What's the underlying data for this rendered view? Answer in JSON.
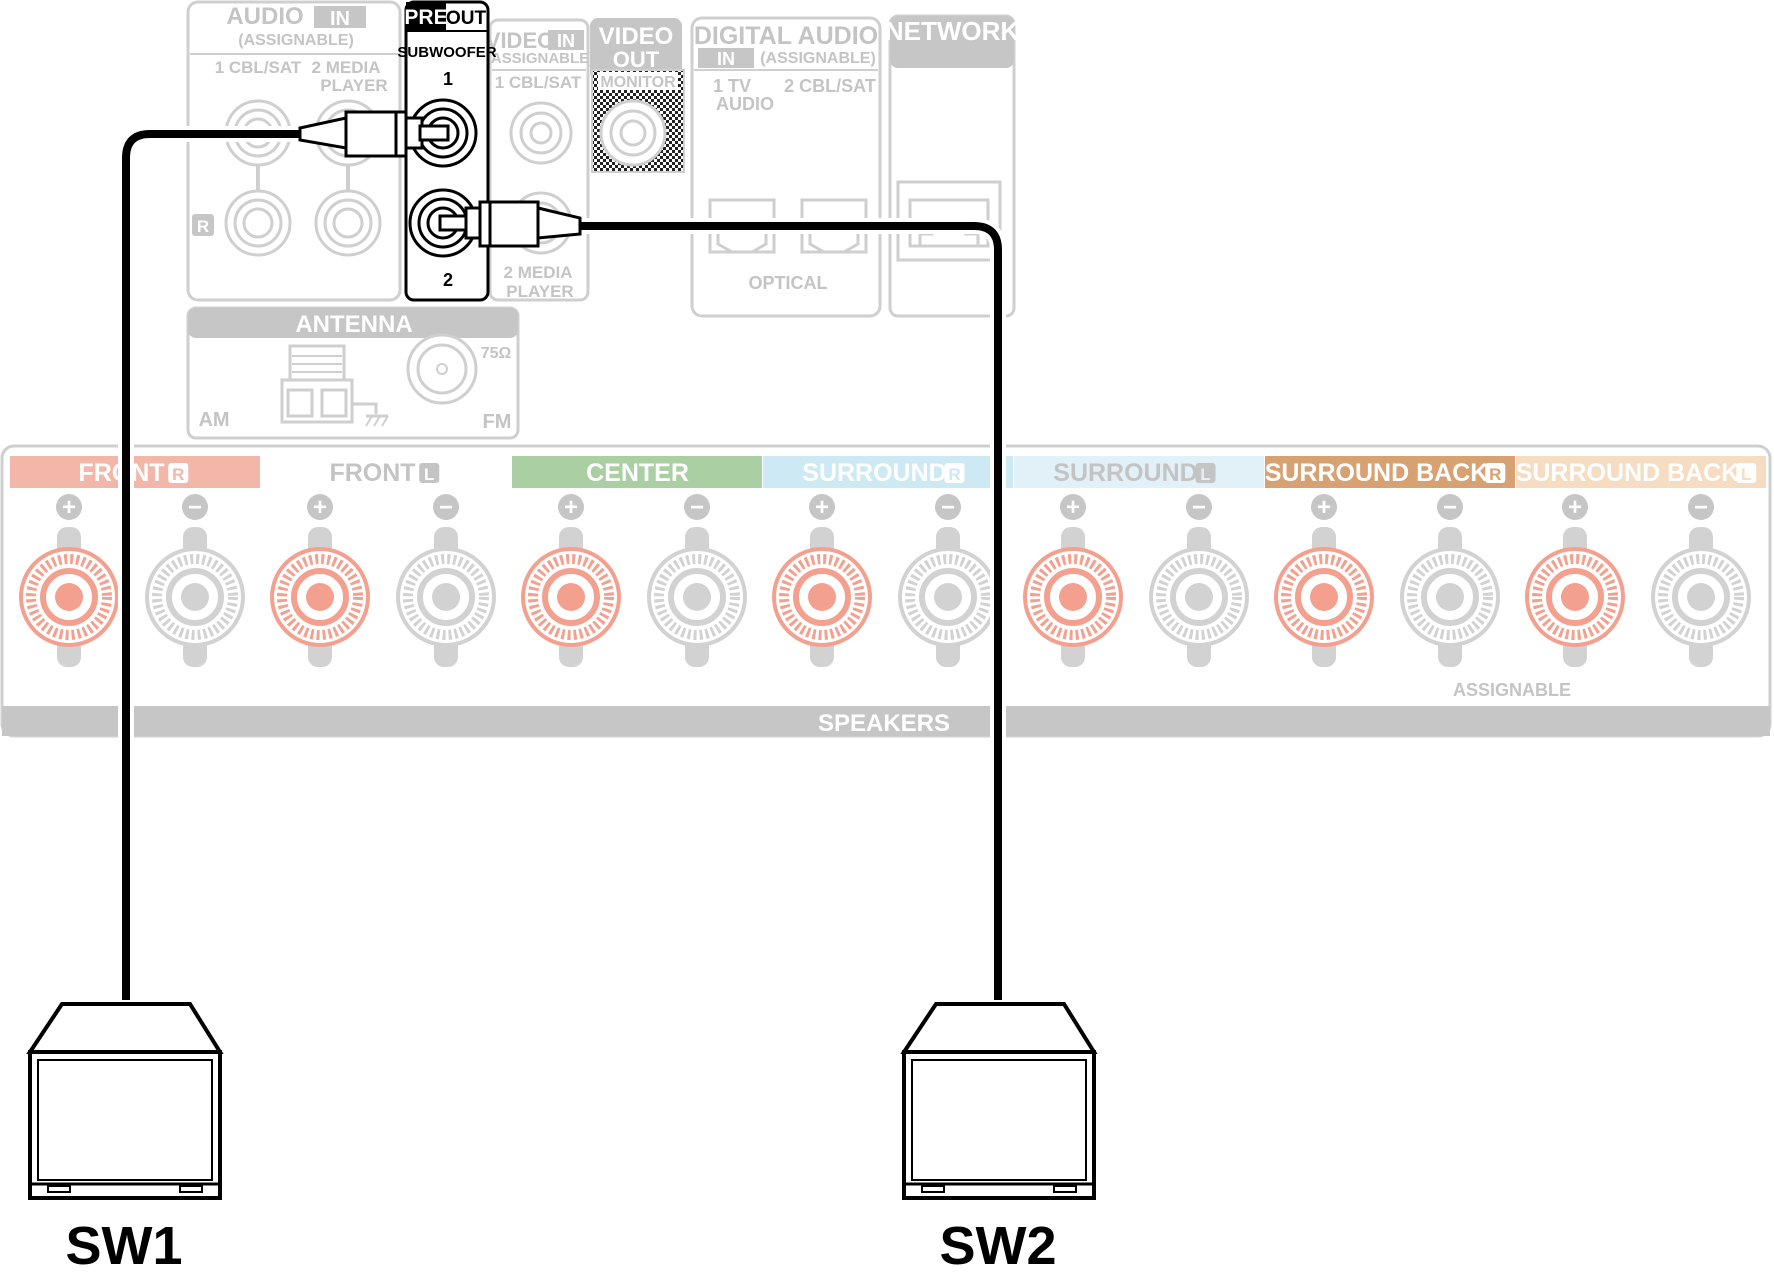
{
  "colors": {
    "panel_line": "#cfcfcf",
    "panel_label": "#c4c4c4",
    "cable": "#000000",
    "front_r": "#f2b7a8",
    "center": "#a9cfa3",
    "surround_r": "#cde9f4",
    "surround_l": "#e2f1f8",
    "surround_back_r": "#d8a172",
    "surround_back_l": "#f6dcc0",
    "terminal_red": "#f4a08f",
    "terminal_grey": "#d2d2d2"
  },
  "audio_in": {
    "title": "AUDIO",
    "badge": "IN",
    "sub": "(ASSIGNABLE)",
    "input1": "1 CBL/SAT",
    "input2_line1": "2  MEDIA",
    "input2_line2": "PLAYER",
    "r_label": "R"
  },
  "pre_out": {
    "title_pre": "PRE",
    "title_out": "OUT",
    "sub": "SUBWOOFER",
    "jack1": "1",
    "jack2": "2"
  },
  "video_in": {
    "title": "VIDEO",
    "badge": "IN",
    "sub": "(ASSIGNABLE)",
    "input1": "1 CBL/SAT",
    "input2_line1": "2 MEDIA",
    "input2_line2": "PLAYER"
  },
  "video_out": {
    "title": "VIDEO",
    "badge": "OUT",
    "monitor": "MONITOR"
  },
  "digital_audio": {
    "title": "DIGITAL AUDIO",
    "badge": "IN",
    "sub": "(ASSIGNABLE)",
    "input1_line1": "1  TV",
    "input1_line2": "AUDIO",
    "input2": "2 CBL/SAT",
    "optical": "OPTICAL"
  },
  "network": {
    "title": "NETWORK"
  },
  "antenna": {
    "title": "ANTENNA",
    "am": "AM",
    "fm": "FM",
    "ohm": "75Ω"
  },
  "speakers": {
    "band_label": "SPEAKERS",
    "assignable": "ASSIGNABLE",
    "plus": "+",
    "minus": "−",
    "channels": [
      {
        "label": "FRONT",
        "side": "R",
        "color_key": "front_r",
        "text": "white"
      },
      {
        "label": "FRONT",
        "side": "L",
        "color_key": "none",
        "text": "grey"
      },
      {
        "label": "CENTER",
        "side": "",
        "color_key": "center",
        "text": "white"
      },
      {
        "label": "SURROUND",
        "side": "R",
        "color_key": "surround_r",
        "text": "white"
      },
      {
        "label": "SURROUND",
        "side": "L",
        "color_key": "surround_l",
        "text": "grey"
      },
      {
        "label": "SURROUND BACK",
        "side": "R",
        "color_key": "surround_back_r",
        "text": "white"
      },
      {
        "label": "SURROUND BACK",
        "side": "L",
        "color_key": "surround_back_l",
        "text": "white"
      }
    ]
  },
  "subwoofers": [
    {
      "label": "SW1"
    },
    {
      "label": "SW2"
    }
  ]
}
